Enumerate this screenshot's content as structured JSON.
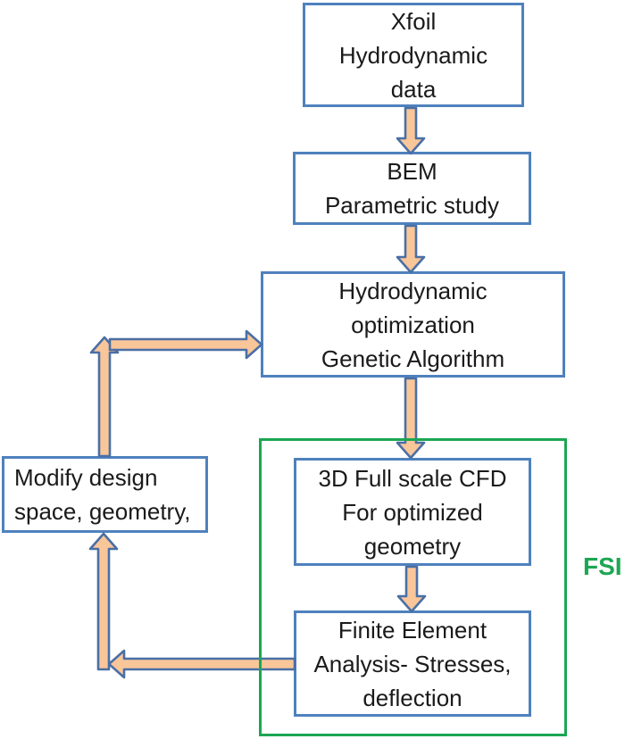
{
  "colors": {
    "box-border": "#4f81bd",
    "arrow-fill": "#f9c69a",
    "arrow-stroke": "#4a6fa5",
    "green": "#1ca653",
    "text": "#1a1a1a",
    "background": "#ffffff"
  },
  "flowchart": {
    "nodes": [
      {
        "id": "xfoil",
        "label": "Xfoil\nHydrodynamic\ndata"
      },
      {
        "id": "bem",
        "label": "BEM\nParametric study"
      },
      {
        "id": "hydro",
        "label": "Hydrodynamic\noptimization\nGenetic Algorithm"
      },
      {
        "id": "cfd",
        "label": "3D Full scale CFD\nFor optimized\ngeometry"
      },
      {
        "id": "fea",
        "label": "Finite Element\nAnalysis- Stresses,\ndeflection"
      },
      {
        "id": "modify",
        "label": "Modify design\nspace, geometry,"
      }
    ],
    "group_label": "FSI"
  }
}
